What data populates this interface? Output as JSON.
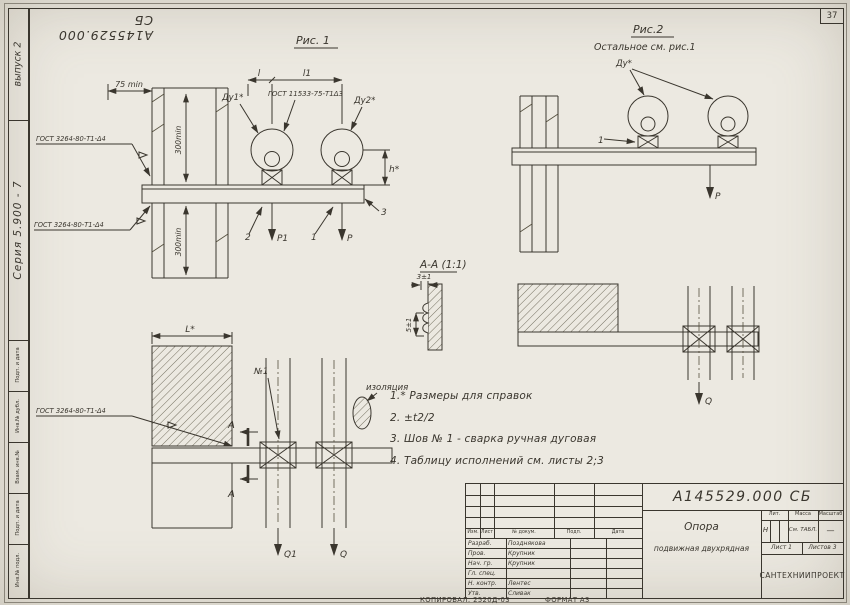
{
  "colors": {
    "paper": "#ece9e1",
    "ink": "#3a362e"
  },
  "page": {
    "number": "37",
    "doc_code_top": "А145529.000 СБ",
    "footer_left": "КОПИРОВАЛ: 2520Д-03",
    "footer_right": "ФОРМАТ А3"
  },
  "left_margin": {
    "issue": "выпуск 2",
    "series": "Серия 5.900 - 7",
    "stamps": [
      "Подп. и дата",
      "Инв.№ дубл.",
      "Взам. инв.№",
      "Подп. и дата",
      "Инв.№ подл."
    ]
  },
  "fig1": {
    "title": "Рис. 1",
    "dim_75": "75 min",
    "dim_l": "l",
    "dim_l1": "l1",
    "du1": "Ду1*",
    "du2": "Ду2*",
    "weld_top": "ГОСТ 11533-75-Т1Δ3",
    "weld_left_top": "ГОСТ 3264-80-Т1-Δ4",
    "weld_left_bottom": "ГОСТ 3264-80-Т1-Δ4",
    "dim_300_top": "300min",
    "dim_300_bottom": "300min",
    "dim_h": "h*",
    "pos_1": "1",
    "pos_2": "2",
    "pos_3": "3",
    "load_p1": "P1",
    "load_p": "P"
  },
  "fig2": {
    "title": "Рис.2",
    "subtitle": "Остальное см. рис.1",
    "du": "Ду*",
    "pos_1": "1",
    "load_p": "P"
  },
  "section_aa": {
    "title": "А-А (1:1)",
    "dim_3": "3±1",
    "dim_5": "5±1"
  },
  "fig3": {
    "dim_l": "L*",
    "pos_no1": "№1",
    "sec_a_top": "А",
    "sec_a_bottom": "А",
    "weld": "ГОСТ 3264-80-Т1-Δ4",
    "insulation": "изоляция",
    "load_q1": "Q1",
    "load_q": "Q"
  },
  "fig4": {
    "load_q": "Q"
  },
  "notes": {
    "line1": "1.* Размеры для справок",
    "line2": "2. ±t2/2",
    "line3": "3. Шов № 1 - сварка ручная дуговая",
    "line4": "4. Таблицу исполнений см. листы 2;3"
  },
  "title_block": {
    "code": "А145529.000 СБ",
    "name_line1": "Опора",
    "name_line2": "подвижная двухрядная",
    "company": "САНТЕХНИИПРОЕКТ",
    "header": {
      "izm": "Изм.",
      "list": "Лист",
      "doc": "№ докум.",
      "podp": "Подп.",
      "data": "Дата"
    },
    "rows": [
      {
        "role": "Разраб.",
        "name": "Позднякова"
      },
      {
        "role": "Пров.",
        "name": "Крупник"
      },
      {
        "role": "Нач. гр.",
        "name": "Крупник"
      },
      {
        "role": "Гл. спец.",
        "name": ""
      },
      {
        "role": "Н. контр.",
        "name": "Лентес"
      },
      {
        "role": "Утв.",
        "name": "Сливак"
      }
    ],
    "lit_label": "Лит.",
    "lit_value": "Н",
    "mass_label": "Масса",
    "mass_value": "См. ТАБЛ.",
    "scale_label": "Масштаб",
    "scale_value": "—",
    "sheet": "Лист 1",
    "sheets": "Листов 3"
  }
}
